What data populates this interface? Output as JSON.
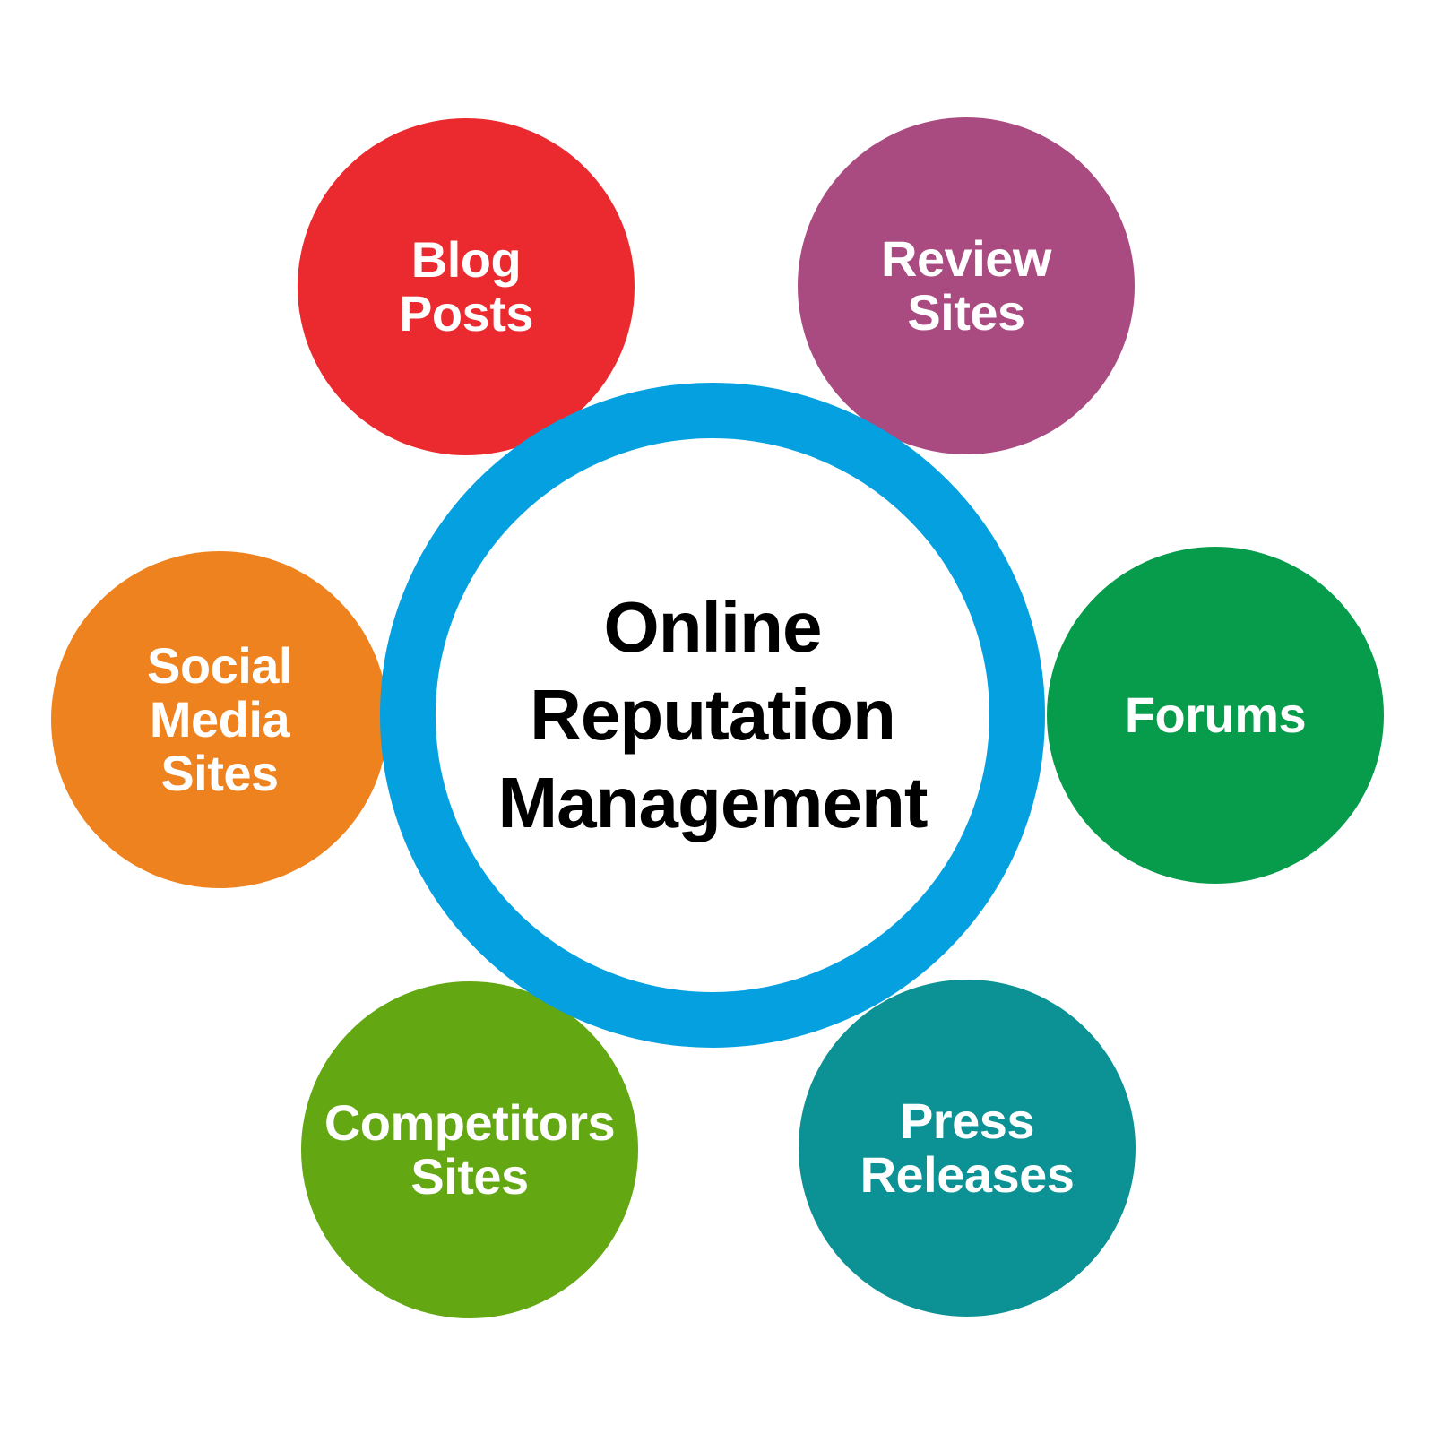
{
  "center": {
    "title": "Online\nReputation\nManagement",
    "ring_color": "#05a0e0"
  },
  "nodes": [
    {
      "key": "blog-posts",
      "label": "Blog\nPosts",
      "color": "#eb2a2f"
    },
    {
      "key": "review-sites",
      "label": "Review\nSites",
      "color": "#a94b80"
    },
    {
      "key": "social-media-sites",
      "label": "Social\nMedia\nSites",
      "color": "#ee821e"
    },
    {
      "key": "forums",
      "label": "Forums",
      "color": "#079c4b"
    },
    {
      "key": "competitors-sites",
      "label": "Competitors\nSites",
      "color": "#63a713"
    },
    {
      "key": "press-releases",
      "label": "Press\nReleases",
      "color": "#0c9294"
    }
  ]
}
